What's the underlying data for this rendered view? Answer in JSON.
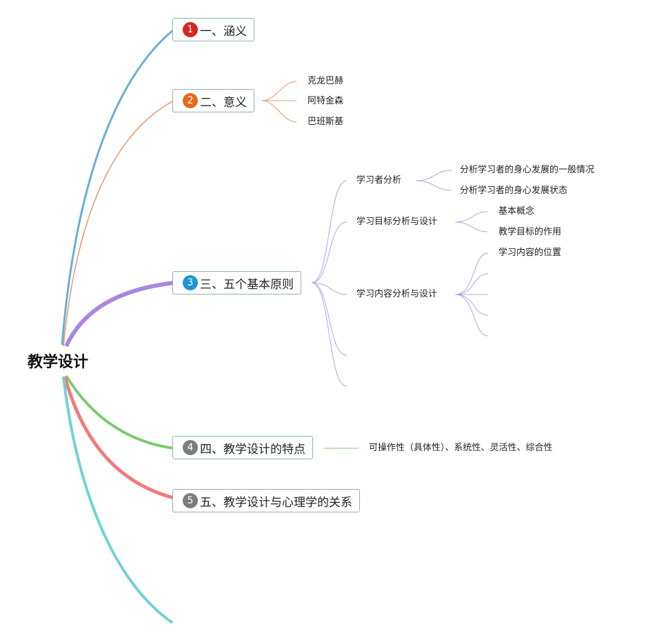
{
  "root": {
    "label": "教学设计"
  },
  "colors": {
    "branch1": "#6aaed6",
    "branch2": "#e8956a",
    "branch3": "#a987e0",
    "branch4": "#7ccb6c",
    "branch5": "#ef7b7b",
    "branch6": "#6ed3d3",
    "badge1": "#d9261c",
    "badge2": "#e66a1a",
    "badge3": "#1c96d6",
    "badge4": "#7d7d7d",
    "badge5": "#7d7d7d"
  },
  "topics": [
    {
      "num": "1",
      "label": "一、涵义"
    },
    {
      "num": "2",
      "label": "二、意义",
      "children": [
        "克龙巴赫",
        "阿特金森",
        "巴班斯基"
      ]
    },
    {
      "num": "3",
      "label": "三、五个基本原则",
      "children": [
        {
          "label": "学习者分析",
          "children": [
            "分析学习者的身心发展的一般情况",
            "分析学习者的身心发展状态"
          ]
        },
        {
          "label": "学习目标分析与设计",
          "children": [
            "基本概念",
            "教学目标的作用"
          ]
        },
        {
          "label": "学习内容分析与设计",
          "children": [
            "学习内容的位置"
          ]
        }
      ]
    },
    {
      "num": "4",
      "label": "四、教学设计的特点",
      "children": [
        "可操作性（具体性）、系统性、灵活性、综合性"
      ]
    },
    {
      "num": "5",
      "label": "五、教学设计与心理学的关系"
    }
  ]
}
